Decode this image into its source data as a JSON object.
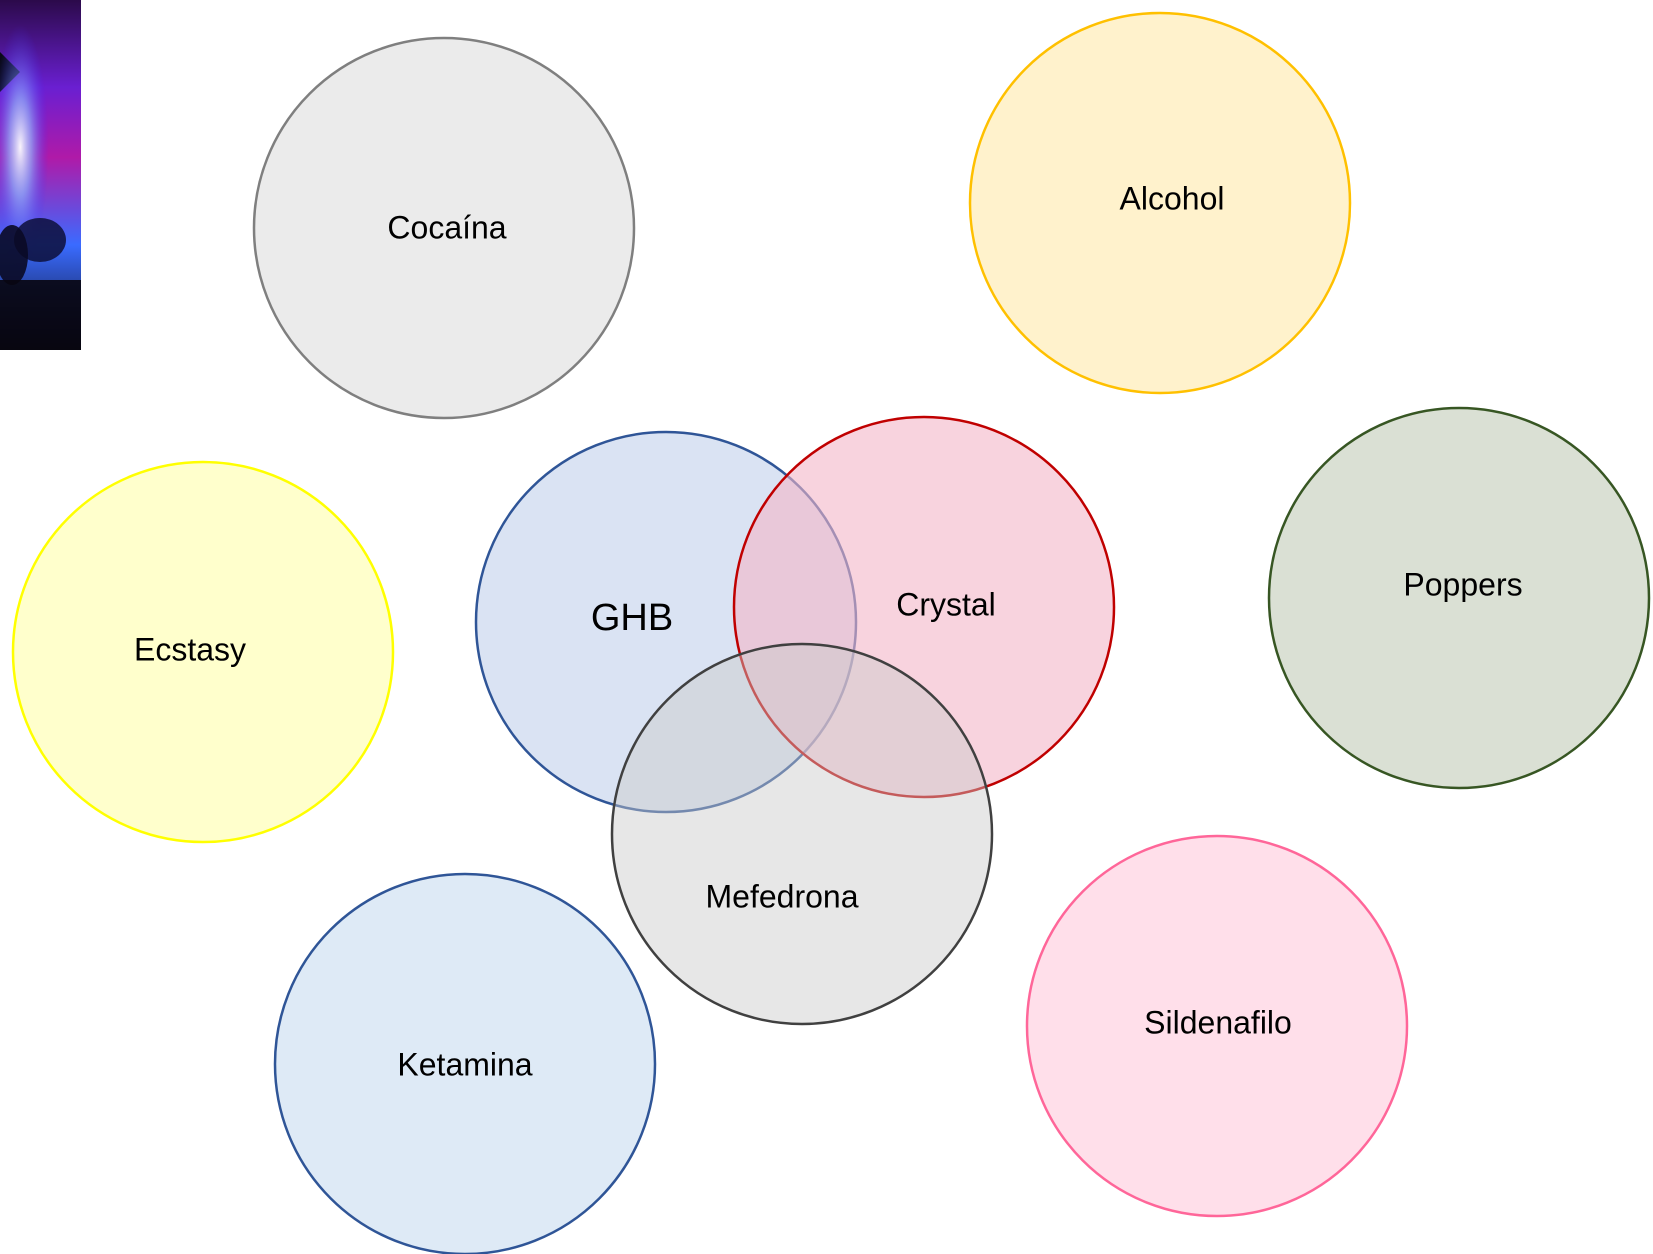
{
  "diagram": {
    "nodes": [
      {
        "id": "cocaina",
        "label": "Cocaína",
        "fill": "#ebebeb",
        "stroke": "#7f7f7f"
      },
      {
        "id": "alcohol",
        "label": "Alcohol",
        "fill": "#fff2cc",
        "stroke": "#ffc000"
      },
      {
        "id": "ecstasy",
        "label": "Ecstasy",
        "fill": "#ffffcc",
        "stroke": "#ffff00"
      },
      {
        "id": "ghb",
        "label": "GHB",
        "fill": "#dae3f3",
        "stroke": "#2f5597"
      },
      {
        "id": "crystal",
        "label": "Crystal",
        "fill": "#f4b6c8",
        "stroke": "#c00000"
      },
      {
        "id": "poppers",
        "label": "Poppers",
        "fill": "#dae0d4",
        "stroke": "#375623"
      },
      {
        "id": "mefedrona",
        "label": "Mefedrona",
        "fill": "#c9c9c9",
        "stroke": "#404040"
      },
      {
        "id": "ketamina",
        "label": "Ketamina",
        "fill": "#deeaf6",
        "stroke": "#2f5597"
      },
      {
        "id": "sildenafilo",
        "label": "Sildenafilo",
        "fill": "#ffdfea",
        "stroke": "#ff6699"
      }
    ]
  },
  "corner_photo": {
    "icon": "nightclub-photo-icon",
    "colors": [
      "#2b0a4a",
      "#6a1fd1",
      "#b01aa8",
      "#3a6bff",
      "#0a0a18"
    ]
  }
}
